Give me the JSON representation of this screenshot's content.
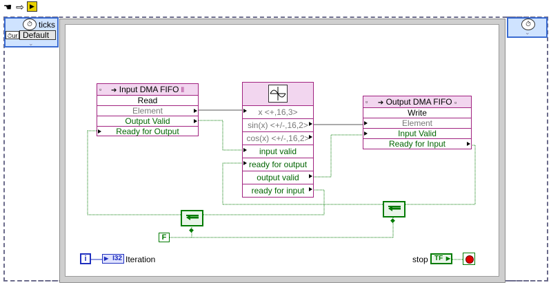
{
  "toolbar": {
    "icons": [
      "hand-icon",
      "arrow-icon",
      "vi-icon"
    ]
  },
  "timed_loop": {
    "input_node_label": "ticks",
    "timing_source": "Default"
  },
  "input_fifo": {
    "title": "Input DMA FIFO",
    "method": "Read",
    "rows": [
      "Element",
      "Output Valid",
      "Ready for Output"
    ]
  },
  "math_node": {
    "rows": [
      "x <+,16,3>",
      "sin(x) <+/-,16,2>",
      "cos(x) <+/-,16,2>",
      "input valid",
      "ready for output",
      "output valid",
      "ready for input"
    ]
  },
  "output_fifo": {
    "title": "Output DMA FIFO",
    "method": "Write",
    "rows": [
      "Element",
      "Input Valid",
      "Ready for Input"
    ]
  },
  "constants": {
    "false_label": "F",
    "iteration_terminal": "i",
    "iteration_type": "I32",
    "iteration_label": "Iteration",
    "stop_label": "stop",
    "stop_type": "TF"
  },
  "colors": {
    "node_border": "#a0217f",
    "wire_boolean": "#007a00",
    "wire_fixed_point": "#555555",
    "terminal_blue": "#1f2fbf"
  }
}
